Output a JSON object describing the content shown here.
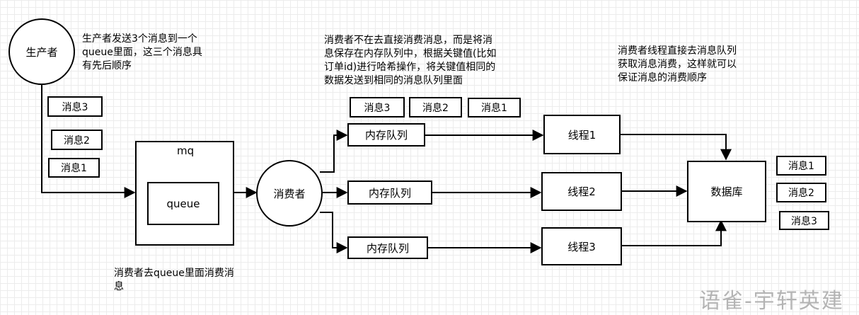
{
  "nodes": {
    "producer": "生产者",
    "mq": "mq",
    "queue": "queue",
    "consumer": "消费者",
    "memory_queues": [
      "内存队列",
      "内存队列",
      "内存队列"
    ],
    "threads": [
      "线程1",
      "线程2",
      "线程3"
    ],
    "database": "数据库"
  },
  "messages": {
    "producer_side": [
      "消息3",
      "消息2",
      "消息1"
    ],
    "queue_side": [
      "消息3",
      "消息2",
      "消息1"
    ],
    "database_side": [
      "消息1",
      "消息2",
      "消息3"
    ]
  },
  "notes": {
    "producer": "生产者发送3个消息到一个\nqueue里面，这三个消息具\n有先后顺序",
    "consumer_strategy": "消费者不在去直接消费消息，而是将消\n息保存在内存队列中，根据关键值(比如\n订单id)进行哈希操作，将关键值相同的\n数据发送到相同的消息队列里面",
    "thread_consume": "消费者线程直接去消息队列\n获取消息消费，这样就可以\n保证消息的消费顺序",
    "consumer_consume": "消费者去queue里面消费消\n息"
  },
  "watermark": "语雀-宇轩英建"
}
